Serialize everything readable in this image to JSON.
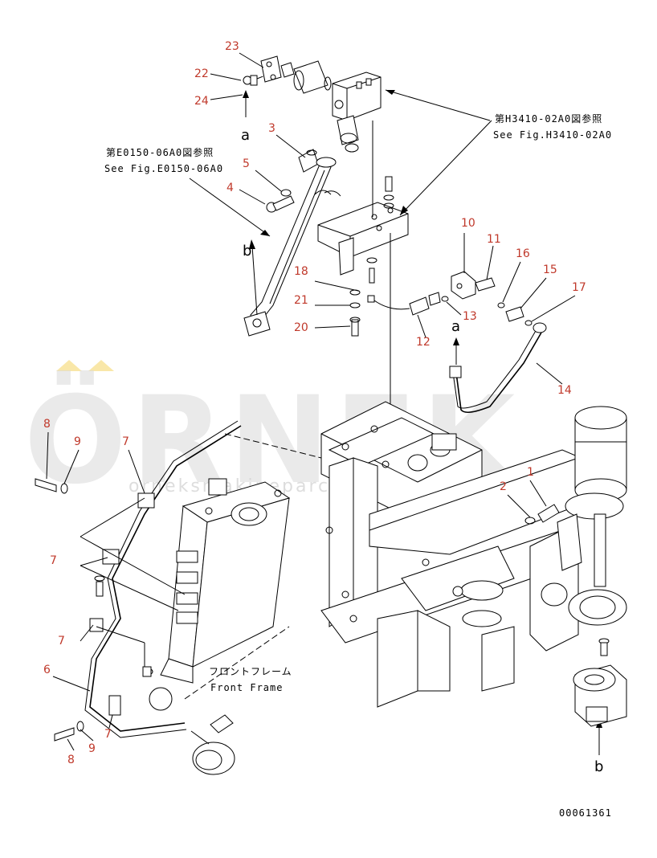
{
  "watermark": {
    "brand": "ÖRNEK",
    "url": "orneksmakineparcalari.com.tr",
    "accent_color": "#f5d76e"
  },
  "references": {
    "top_right_jp": "第H3410-02A0図参照",
    "top_right_en": "See Fig.H3410-02A0",
    "top_left_jp": "第E0150-06A0図参照",
    "top_left_en": "See Fig.E0150-06A0"
  },
  "frame_label": {
    "jp": "フロントフレーム",
    "en": "Front Frame"
  },
  "connection_marks": {
    "a_top": "a",
    "a_mid": "a",
    "b_left": "b",
    "b_bottom": "b"
  },
  "drawing_number": "00061361",
  "part_numbers": [
    "23",
    "22",
    "24",
    "3",
    "5",
    "4",
    "18",
    "21",
    "20",
    "10",
    "11",
    "16",
    "15",
    "17",
    "13",
    "12",
    "14",
    "8",
    "9",
    "7",
    "7",
    "7",
    "6",
    "8",
    "9",
    "7",
    "1",
    "2"
  ],
  "colors": {
    "callout": "#c0392b",
    "line": "#000000"
  }
}
